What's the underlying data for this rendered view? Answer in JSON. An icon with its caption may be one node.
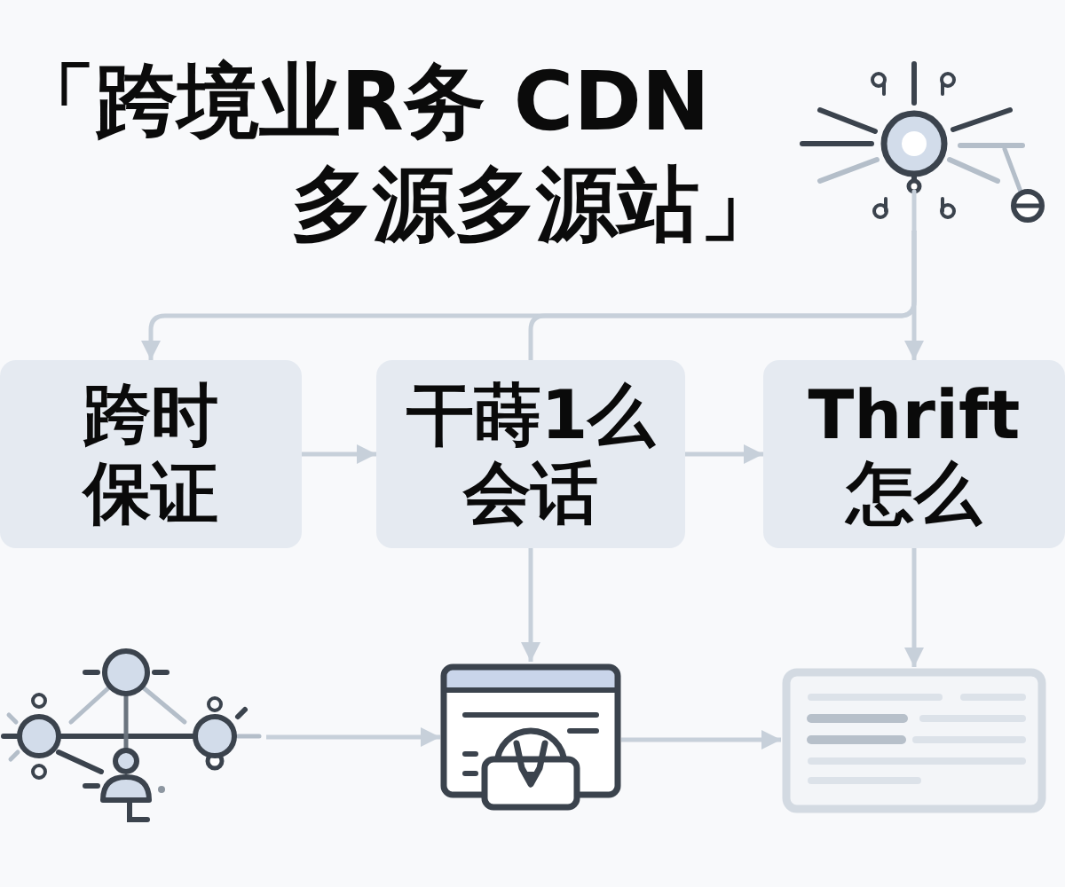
{
  "diagram": {
    "title": "「跨境业R务 CDN 多源多源站」",
    "nodes": [
      {
        "text": [],
        "shape": "picture"
      },
      {
        "text": [
          "跨时保证"
        ]
      },
      {
        "text": [
          "干蒔1么会话"
        ]
      },
      {
        "text": [
          "Thrift 怎么"
        ]
      },
      {
        "text": [],
        "shape": "picture"
      },
      {
        "text": [],
        "shape": "picture"
      },
      {
        "text": [],
        "shape": "picture"
      }
    ],
    "edges": [
      {
        "from": 0,
        "to": 1,
        "arrow": "to"
      },
      {
        "from": 0,
        "to": 2,
        "arrow": "none"
      },
      {
        "from": 0,
        "to": 3,
        "arrow": "to"
      },
      {
        "from": 1,
        "to": 2,
        "arrow": "to"
      },
      {
        "from": 2,
        "to": 3,
        "arrow": "to"
      },
      {
        "from": 2,
        "to": 5,
        "arrow": "to"
      },
      {
        "from": 3,
        "to": 6,
        "arrow": "to"
      },
      {
        "from": 4,
        "to": 5,
        "arrow": "to"
      },
      {
        "from": 5,
        "to": 6,
        "arrow": "to"
      }
    ]
  }
}
